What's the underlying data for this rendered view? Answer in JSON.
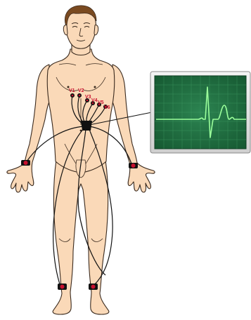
{
  "diagram": {
    "leads": [
      {
        "label": "V1"
      },
      {
        "label": "V2"
      },
      {
        "label": "V3"
      },
      {
        "label": "V4"
      },
      {
        "label": "V5"
      },
      {
        "label": "V6"
      }
    ],
    "colors": {
      "skin": "#fad9b8",
      "outline": "#3a2a1e",
      "hair": "#7a4a20",
      "electrode": "#c8102e",
      "cable": "#111111",
      "monitor_bg": "#1e6b3e",
      "monitor_grid": "#3e9a63",
      "trace": "#9bff9b",
      "bezel": "#e3e3e3"
    }
  }
}
